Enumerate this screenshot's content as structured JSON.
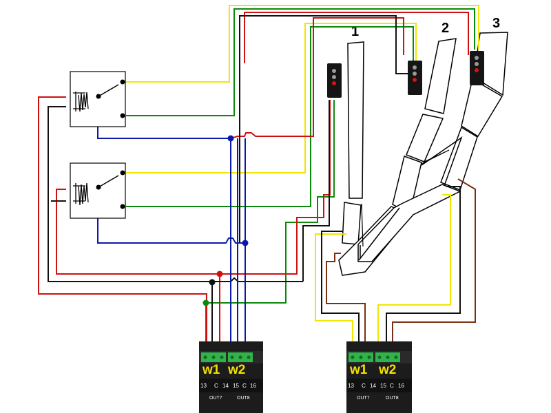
{
  "tracks": {
    "label_1": "1",
    "label_2": "2",
    "label_3": "3"
  },
  "decoders": [
    {
      "w1": "w1",
      "w2": "w2",
      "pins": [
        "13",
        "C",
        "14",
        "15",
        "C",
        "16"
      ],
      "out_left": "OUT7",
      "out_right": "OUT8"
    },
    {
      "w1": "w1",
      "w2": "w2",
      "pins": [
        "13",
        "C",
        "14",
        "15",
        "C",
        "16"
      ],
      "out_left": "OUT7",
      "out_right": "OUT8"
    }
  ],
  "colors": {
    "yellow": "#f2e600",
    "green": "#0a8a0a",
    "red": "#d01010",
    "blue": "#0a1aa8",
    "black": "#111111",
    "brown": "#7a3010",
    "decoder_body": "#1c1c1c",
    "terminal_green": "#2fb34a"
  }
}
